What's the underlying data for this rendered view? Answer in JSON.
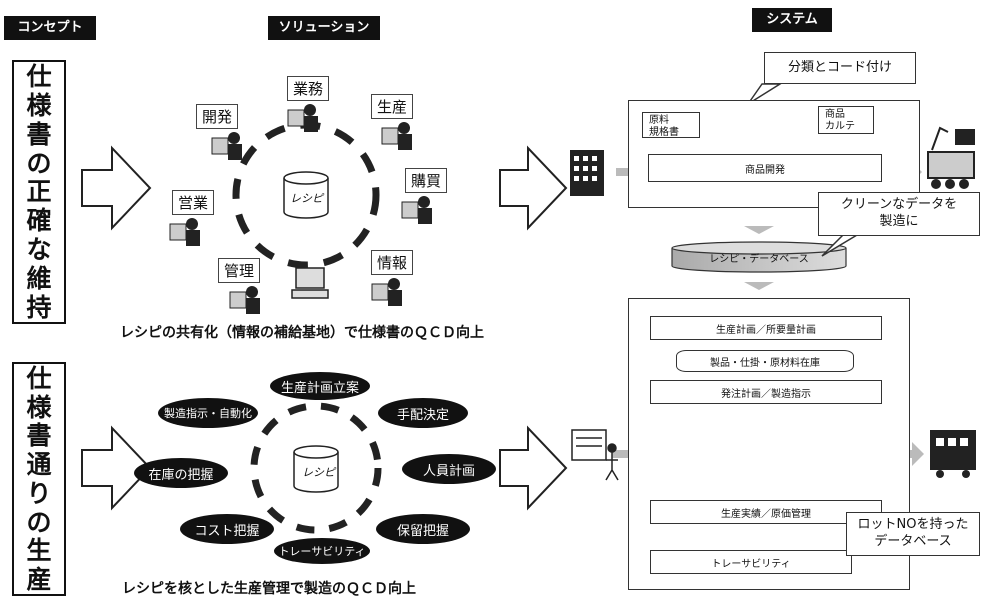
{
  "headers": {
    "concept": "コンセプト",
    "solution": "ソリューション",
    "system": "システム"
  },
  "concept_top": [
    "仕",
    "様",
    "書",
    "の",
    "正",
    "確",
    "な",
    "維",
    "持"
  ],
  "concept_bottom": [
    "仕",
    "様",
    "書",
    "通",
    "り",
    "の",
    "生",
    "産"
  ],
  "top_roles": {
    "development": "開発",
    "business": "業務",
    "production": "生産",
    "purchasing": "購買",
    "information": "情報",
    "management": "管理",
    "sales": "営業"
  },
  "recipe_label": "レシピ",
  "top_caption": "レシピの共有化（情報の補給基地）で仕様書のＱＣＤ向上",
  "bottom_items": {
    "instruction": "製造指示・自動化",
    "plan": "生産計画立案",
    "arrange": "手配決定",
    "stock": "在庫の把握",
    "person": "人員計画",
    "cost": "コスト把握",
    "hold": "保留把握",
    "trace": "トレーサビリティ"
  },
  "bottom_caption": "レシピを核とした生産管理で製造のＱＣＤ向上",
  "system": {
    "callout1": "分類とコード付け",
    "raw_spec": "原料\n規格書",
    "product_chart": "商品\nカルテ",
    "product_dev": "商品開発",
    "callout2": "クリーンなデータを\n製造に",
    "recipe_db": "レシピ・データベース",
    "rows": [
      "生産計画／所要量計画",
      "製品・仕掛・原材料在庫",
      "発注計画／製造指示",
      "生産実績／原価管理",
      "トレーサビリティ"
    ],
    "callout3": "ロットNOを持った\nデータベース"
  }
}
